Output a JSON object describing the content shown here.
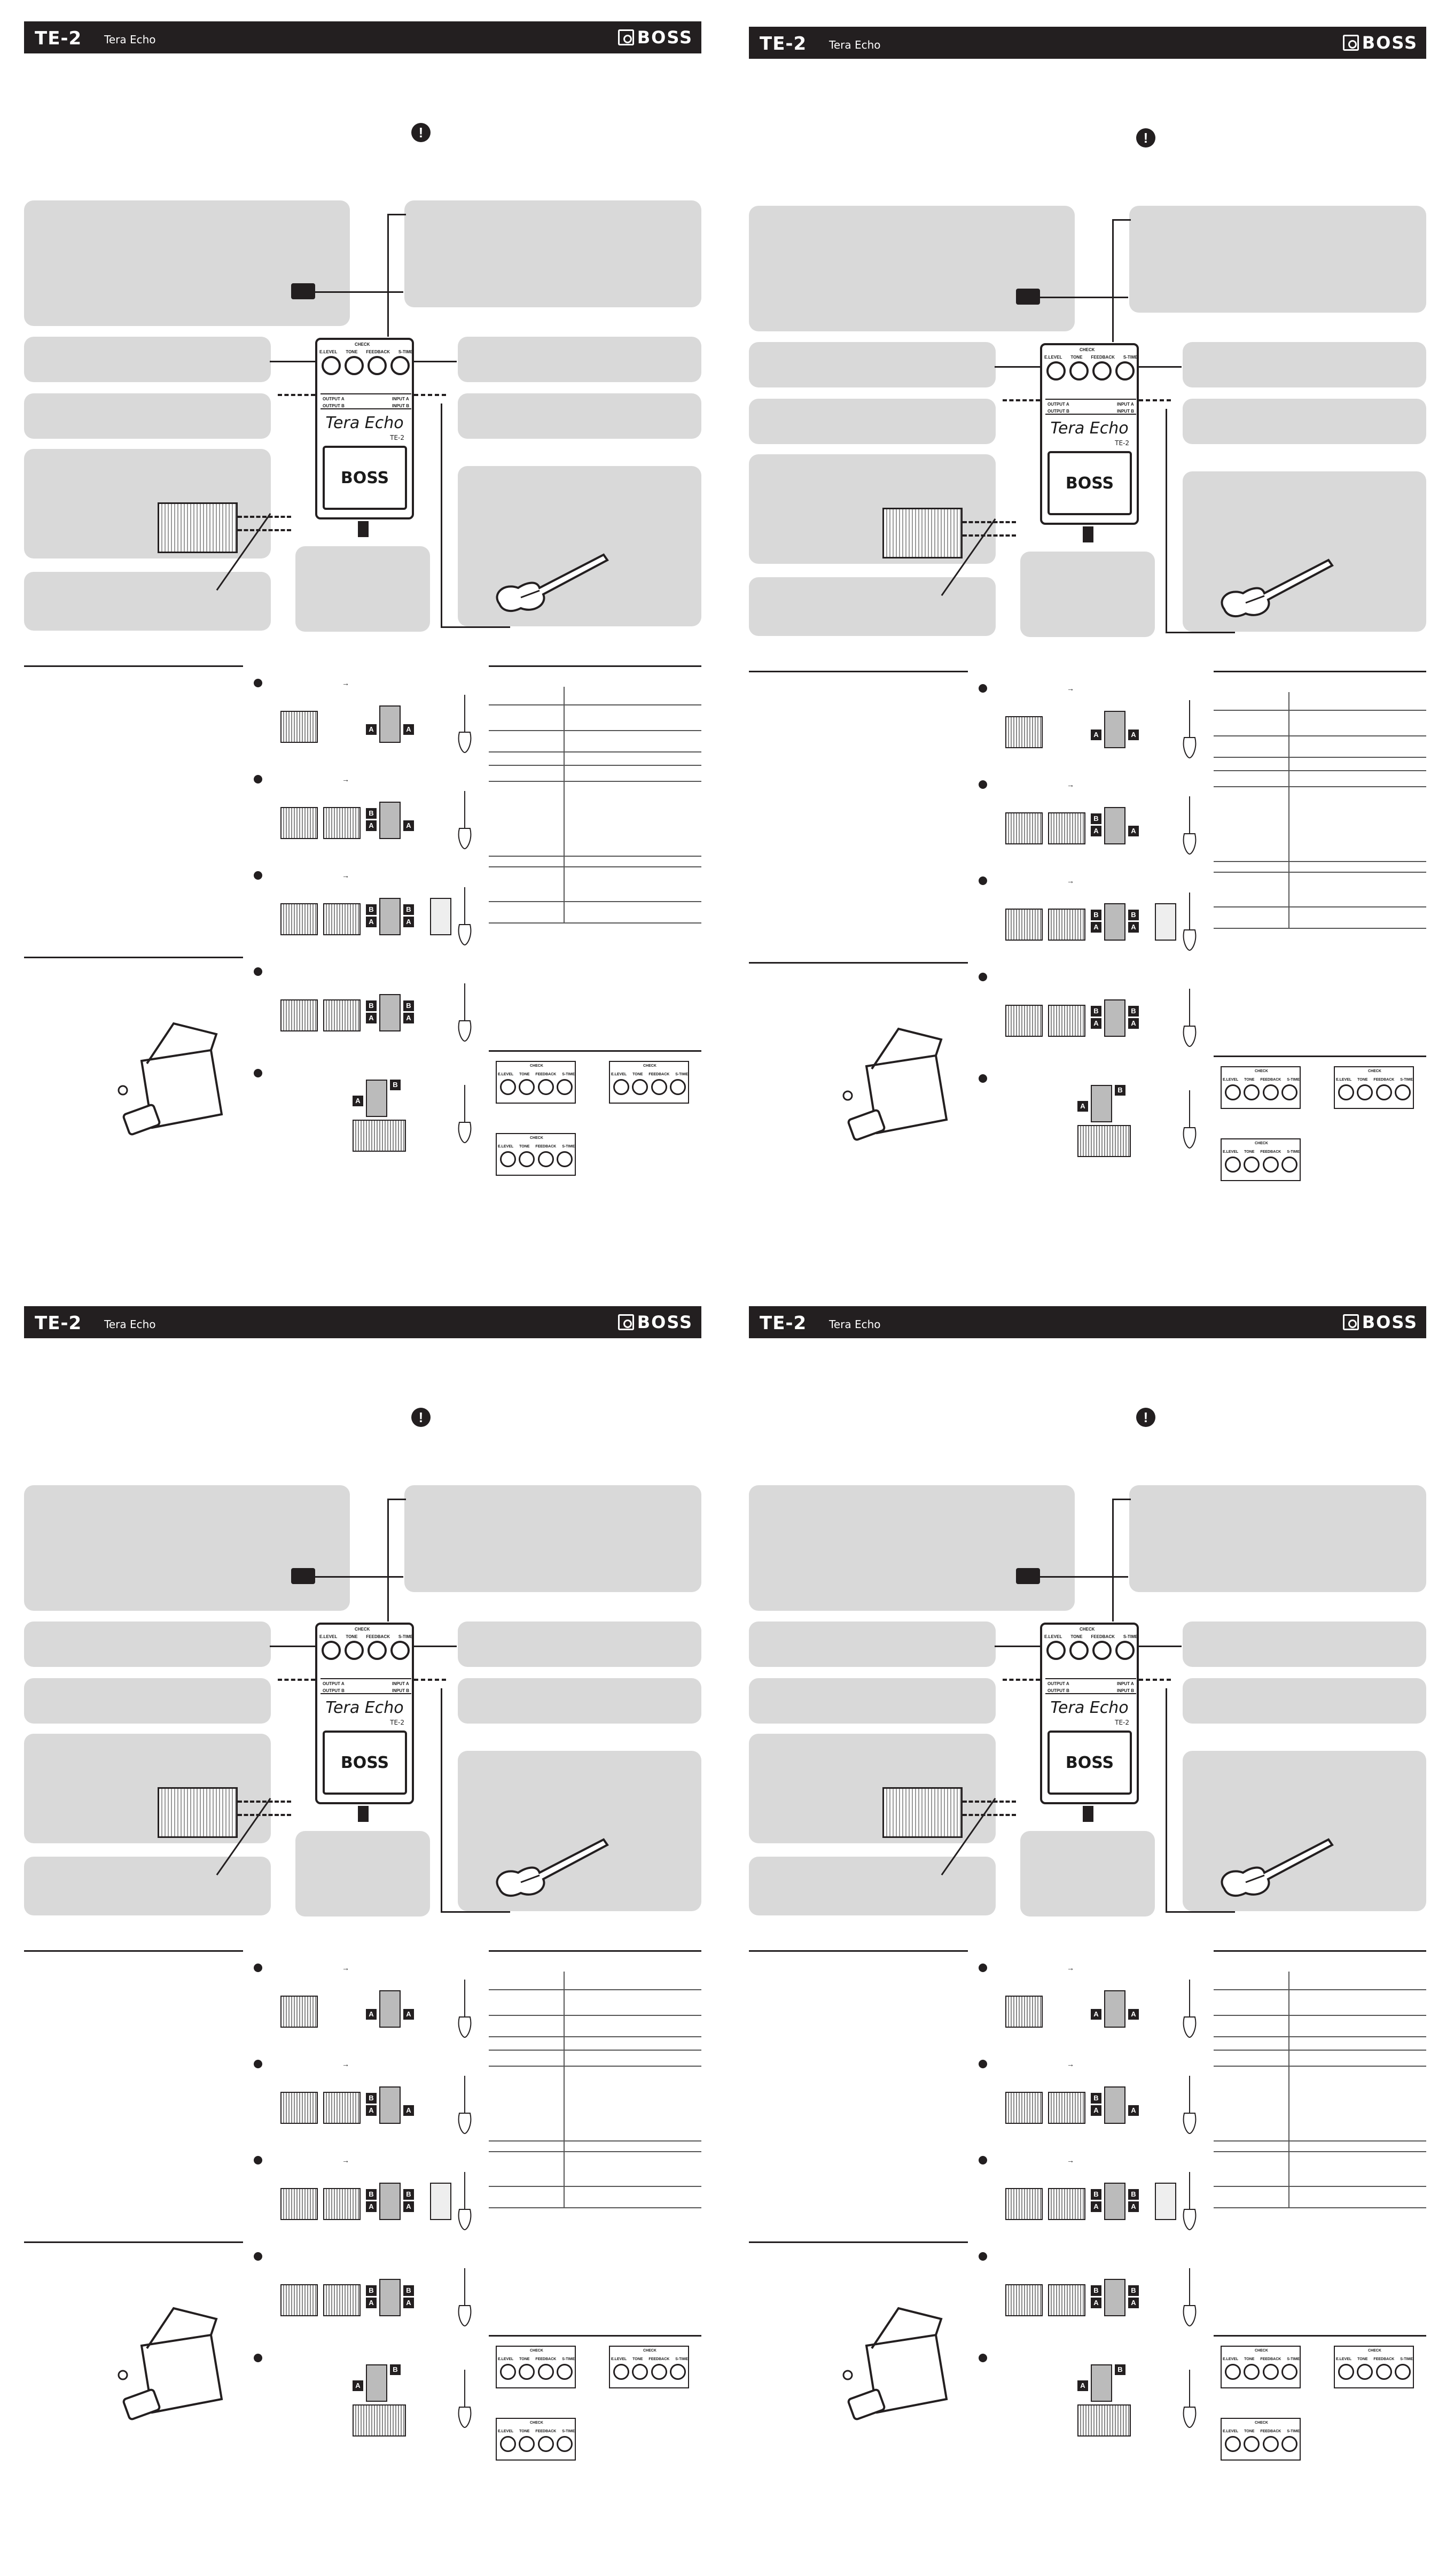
{
  "header": {
    "model": "TE-2",
    "product_name": "Tera Echo",
    "brand": "BOSS"
  },
  "pedal": {
    "title": "Tera Echo",
    "model": "TE-2",
    "check_label": "CHECK",
    "knobs": [
      "E.LEVEL",
      "TONE",
      "FEEDBACK",
      "S-TIME"
    ],
    "output_a": "OUTPUT A",
    "output_b": "OUTPUT B",
    "input_a": "INPUT A",
    "input_b": "INPUT B",
    "footswitch_brand": "BOSS"
  },
  "diagram_tags": {
    "a": "A",
    "b": "B"
  },
  "icons": {
    "warning": "exclamation-icon",
    "logo": "boss-logo-icon"
  },
  "colors": {
    "header_bg": "#231f20",
    "callout_bg": "#d9d9d9",
    "ink": "#231f20"
  }
}
